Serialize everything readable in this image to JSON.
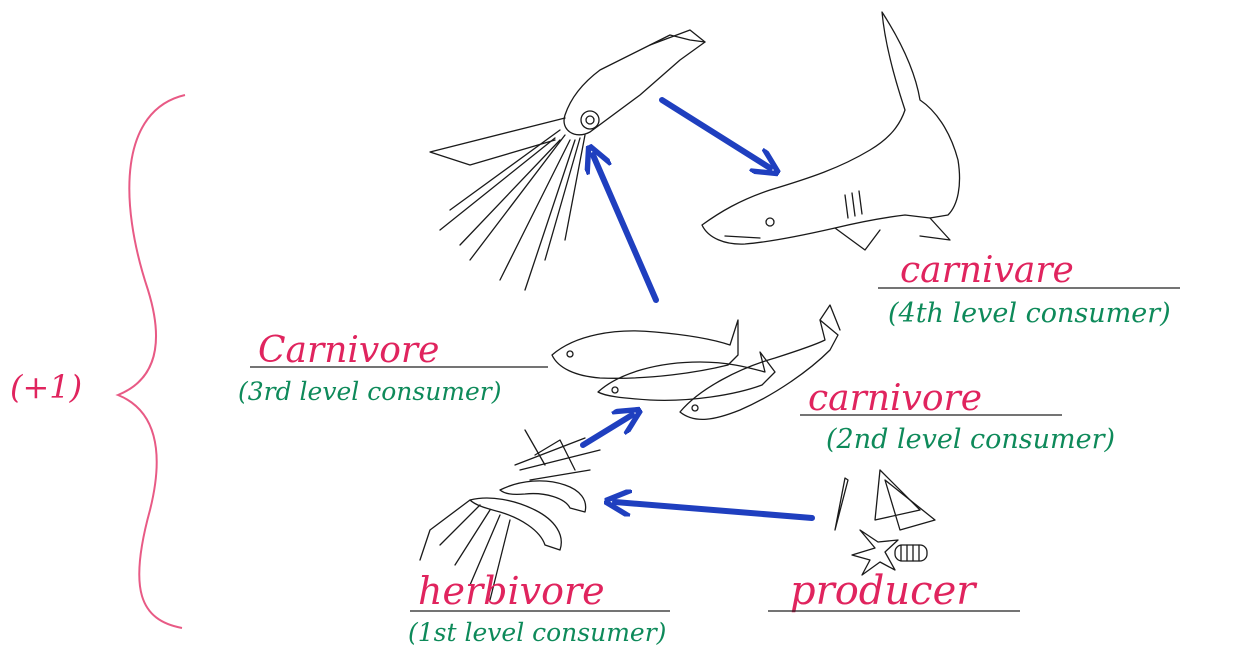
{
  "bracket_note": "(+1)",
  "labels": {
    "shark": {
      "role": "carnivare",
      "level": "(4th level consumer)"
    },
    "fish3": {
      "role": "Carnivore",
      "level": "(3rd level consumer)"
    },
    "fish2": {
      "role": "carnivore",
      "level": "(2nd level consumer)"
    },
    "shrimp": {
      "role": "herbivore",
      "level": "(1st level consumer)"
    },
    "plankton": {
      "role": "producer"
    }
  },
  "colors": {
    "role_text": "#e0245e",
    "level_text": "#0e8a5a",
    "arrow": "#1f3fbf",
    "bracket": "#e85a85"
  }
}
